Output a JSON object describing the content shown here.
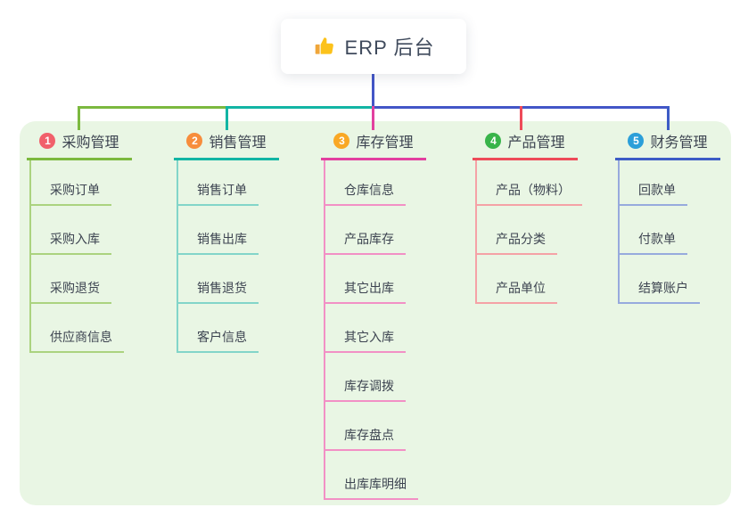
{
  "root": {
    "label": "ERP 后台",
    "icon": "thumbs-up-icon"
  },
  "theme": {
    "panel_bg": "#e9f6e4",
    "trunk_color": "#4356c7",
    "text_dark": "#3d4451",
    "icon_gold": "#fcc21b",
    "icon_gold_dark": "#f0a63a"
  },
  "branches": [
    {
      "index": "1",
      "label": "采购管理",
      "badge_color": "#f1606b",
      "line_color": "#7cb93f",
      "child_line_color": "#abd37f",
      "children": [
        "采购订单",
        "采购入库",
        "采购退货",
        "供应商信息"
      ]
    },
    {
      "index": "2",
      "label": "销售管理",
      "badge_color": "#f78d3c",
      "line_color": "#12b5a4",
      "child_line_color": "#82d5c9",
      "children": [
        "销售订单",
        "销售出库",
        "销售退货",
        "客户信息"
      ]
    },
    {
      "index": "3",
      "label": "库存管理",
      "badge_color": "#f9a825",
      "line_color": "#e2409f",
      "child_line_color": "#f290c5",
      "children": [
        "仓库信息",
        "产品库存",
        "其它出库",
        "其它入库",
        "库存调拨",
        "库存盘点",
        "出库库明细"
      ]
    },
    {
      "index": "4",
      "label": "产品管理",
      "badge_color": "#38b44a",
      "line_color": "#ee4b59",
      "child_line_color": "#f5a2a6",
      "children": [
        "产品（物料）",
        "产品分类",
        "产品单位"
      ]
    },
    {
      "index": "5",
      "label": "财务管理",
      "badge_color": "#2b9fd9",
      "line_color": "#3d5cc6",
      "child_line_color": "#97aadd",
      "children": [
        "回款单",
        "付款单",
        "结算账户"
      ]
    }
  ]
}
